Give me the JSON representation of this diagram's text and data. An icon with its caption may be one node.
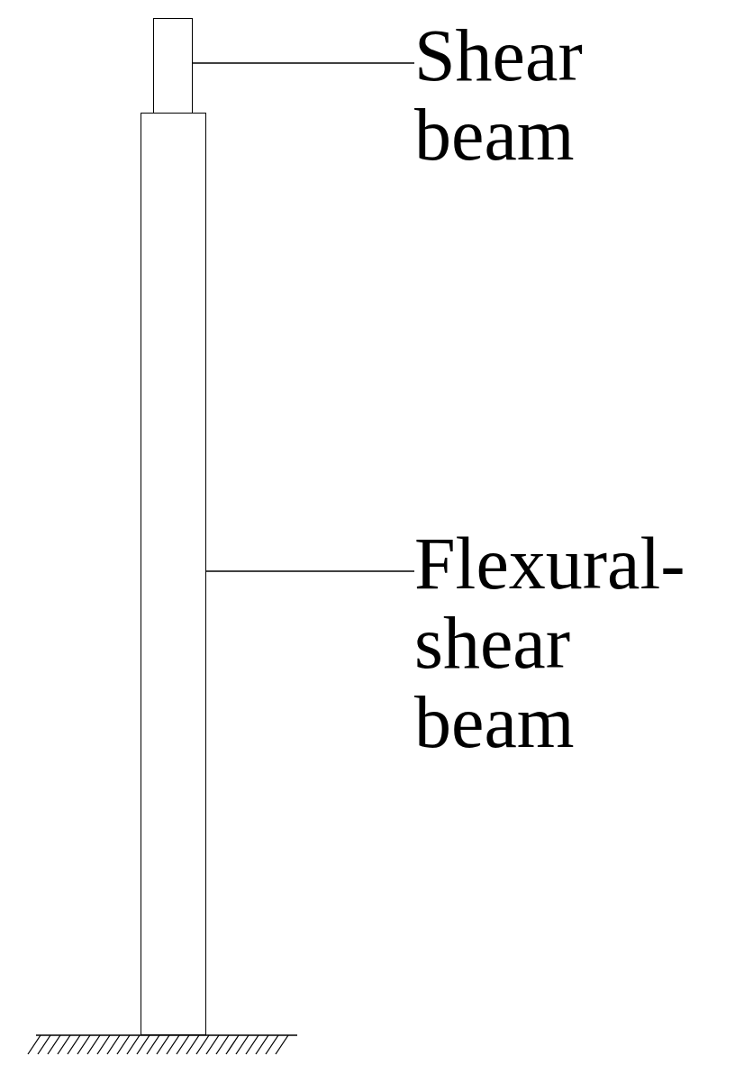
{
  "diagram": {
    "nodes": [
      {
        "text": [
          "Shear beam"
        ]
      },
      {
        "text": [],
        "shape": "box"
      },
      {
        "text": [
          "Flexural-shear beam"
        ]
      },
      {
        "text": [],
        "shape": "box"
      }
    ],
    "edges": [
      {
        "from": 0,
        "to": 1,
        "arrow": "none"
      },
      {
        "from": 2,
        "to": 3,
        "arrow": "none"
      }
    ]
  }
}
